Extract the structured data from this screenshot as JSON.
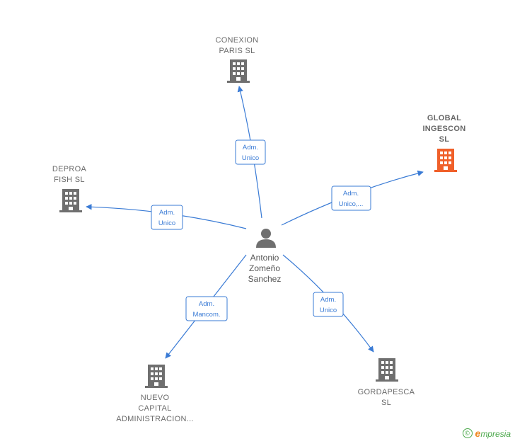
{
  "person": {
    "name_lines": [
      "Antonio",
      "Zomeño",
      "Sanchez"
    ],
    "icon": "person-icon"
  },
  "companies": [
    {
      "id": "conexion",
      "name_lines": [
        "CONEXION",
        "PARIS  SL"
      ],
      "highlight": false,
      "icon": "building-icon"
    },
    {
      "id": "global",
      "name_lines": [
        "GLOBAL",
        "INGESCON",
        "SL"
      ],
      "highlight": true,
      "icon": "building-icon"
    },
    {
      "id": "deproa",
      "name_lines": [
        "DEPROA",
        "FISH  SL"
      ],
      "highlight": false,
      "icon": "building-icon"
    },
    {
      "id": "nuevo",
      "name_lines": [
        "NUEVO",
        "CAPITAL",
        "ADMINISTRACION..."
      ],
      "highlight": false,
      "icon": "building-icon"
    },
    {
      "id": "gordapesca",
      "name_lines": [
        "GORDAPESCA",
        "SL"
      ],
      "highlight": false,
      "icon": "building-icon"
    }
  ],
  "relations": [
    {
      "to": "conexion",
      "label_lines": [
        "Adm.",
        "Unico"
      ]
    },
    {
      "to": "global",
      "label_lines": [
        "Adm.",
        "Unico,..."
      ]
    },
    {
      "to": "deproa",
      "label_lines": [
        "Adm.",
        "Unico"
      ]
    },
    {
      "to": "nuevo",
      "label_lines": [
        "Adm.",
        "Mancom."
      ]
    },
    {
      "to": "gordapesca",
      "label_lines": [
        "Adm.",
        "Unico"
      ]
    }
  ],
  "colors": {
    "edge": "#3a7bd5",
    "building": "#6f6f6f",
    "building_highlight": "#f0602a",
    "person": "#6f6f6f",
    "brand": "#4aa84a"
  },
  "brand": {
    "copyright": "©",
    "name_first": "e",
    "name_rest": "mpresia"
  }
}
